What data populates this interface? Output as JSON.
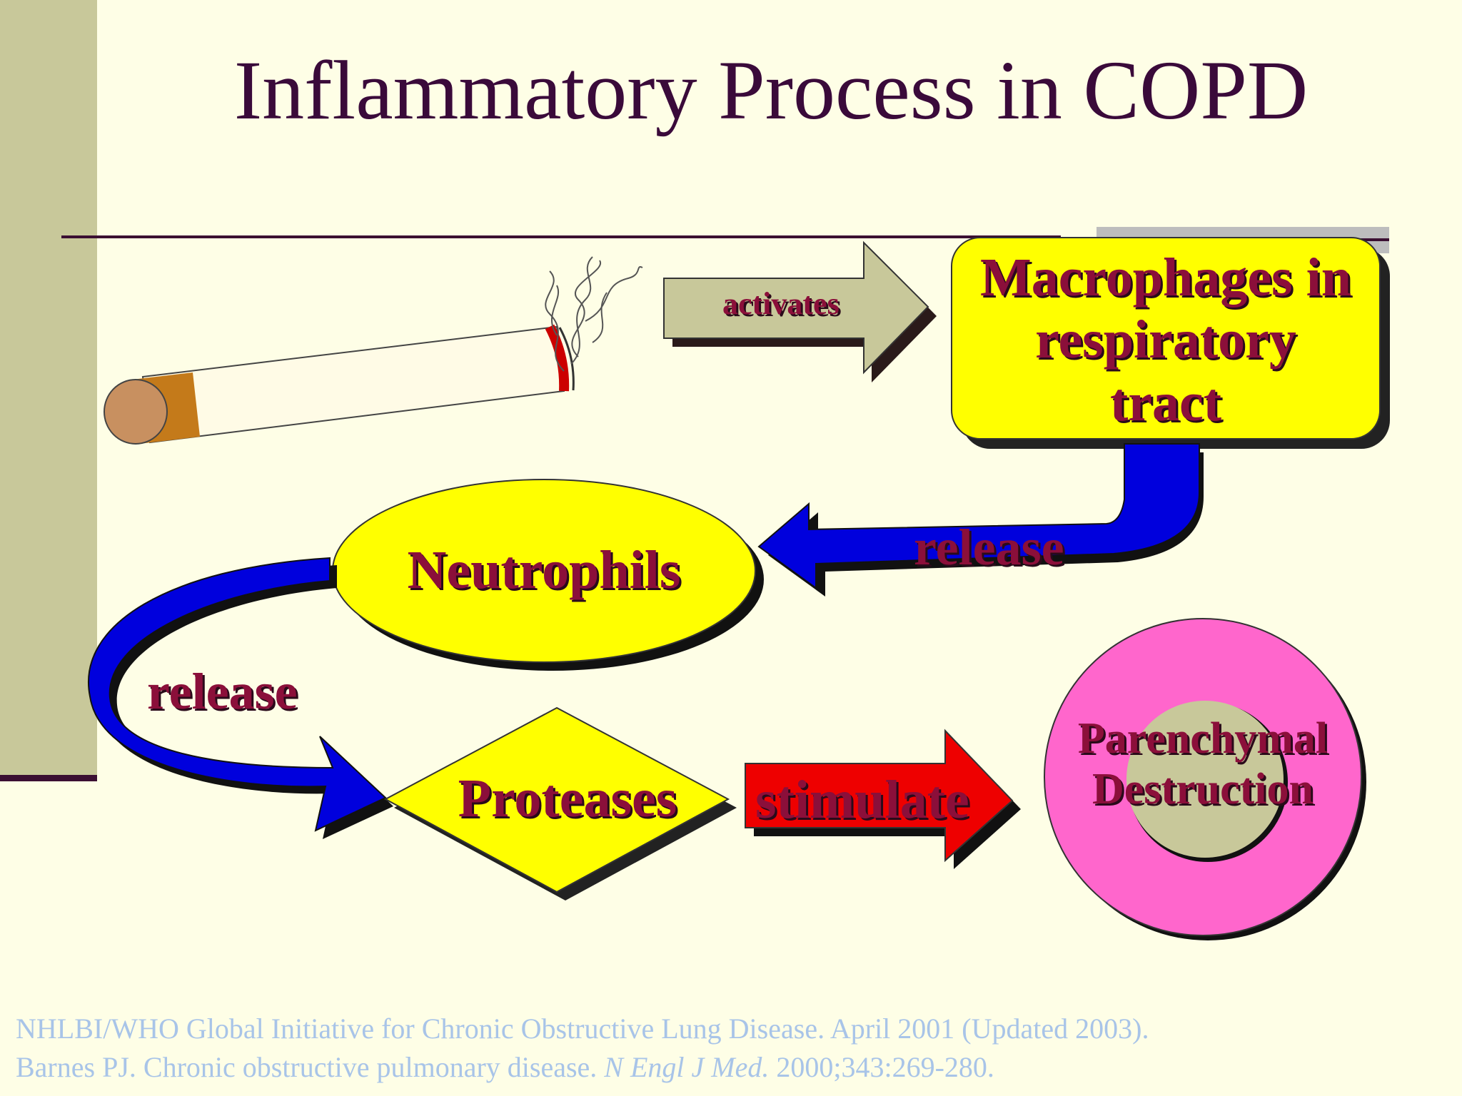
{
  "slide": {
    "title": "Inflammatory Process in COPD"
  },
  "diagram": {
    "nodes": {
      "macrophages": {
        "line1": "Macrophages in",
        "line2": "respiratory",
        "line3": "tract"
      },
      "neutrophils": "Neutrophils",
      "proteases": "Proteases",
      "destruction": {
        "line1": "Parenchymal",
        "line2": "Destruction"
      }
    },
    "edges": {
      "activates": "activates",
      "release_top": "release",
      "release_left": "release",
      "stimulate": "stimulate"
    }
  },
  "references": {
    "line1": "NHLBI/WHO Global Initiative for Chronic Obstructive Lung Disease. April 2001 (Updated 2003).",
    "line2_prefix": "Barnes PJ. Chronic obstructive pulmonary disease.",
    "line2_journal": "N Engl J Med.",
    "line2_suffix": "2000;343:269-280."
  },
  "colors": {
    "title": "#3a0a3a",
    "node_fill_yellow": "#ffff00",
    "node_text": "#8b0f3a",
    "arrow_blue": "#0000dd",
    "arrow_red": "#ee0000",
    "arrow_khaki": "#c8c89a",
    "ring_pink": "#ff66cc",
    "ring_center": "#c8c89a",
    "reference_text": "#a8c4e8"
  },
  "icons": [
    "cigarette-icon",
    "smoke-icon"
  ]
}
